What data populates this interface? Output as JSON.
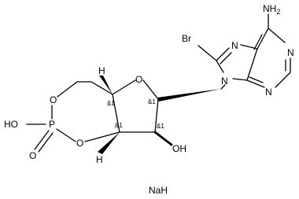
{
  "atoms": {
    "nh2": "NH",
    "nh2_sub": "2",
    "br": "Br",
    "n7": "N",
    "n1": "N",
    "n3": "N",
    "n9": "N",
    "o_ring": "O",
    "o_ester5": "O",
    "o_ester3": "O",
    "p": "P",
    "p_oh": "HO",
    "p_o": "O",
    "oh2": "OH",
    "h4": "H",
    "h3": "H",
    "salt": "NaH"
  },
  "stereo": {
    "c4": "&1",
    "c3": "&1",
    "c1": "&1",
    "c2": "&1"
  }
}
